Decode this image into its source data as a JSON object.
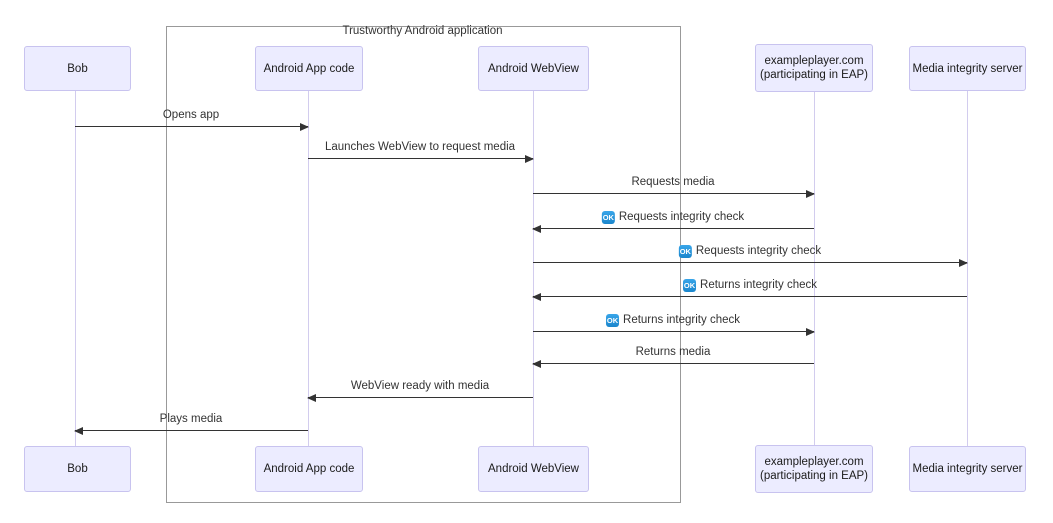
{
  "diagram": {
    "type": "sequence",
    "frame_label": "Trustworthy Android application",
    "badge_text": "OK",
    "actors": [
      {
        "id": "bob",
        "name": "Bob"
      },
      {
        "id": "android-app-code",
        "name": "Android App code"
      },
      {
        "id": "android-webview",
        "name": "Android WebView"
      },
      {
        "id": "exampleplayer",
        "name": "exampleplayer.com\n(participating in EAP)"
      },
      {
        "id": "media-integrity-server",
        "name": "Media integrity server"
      }
    ],
    "messages": [
      {
        "label": "Opens app",
        "from": "Bob",
        "to": "Android App code",
        "badge": false
      },
      {
        "label": "Launches WebView to request media",
        "from": "Android App code",
        "to": "Android WebView",
        "badge": false
      },
      {
        "label": "Requests media",
        "from": "Android WebView",
        "to": "exampleplayer.com (participating in EAP)",
        "badge": false
      },
      {
        "label": "Requests integrity check",
        "from": "exampleplayer.com (participating in EAP)",
        "to": "Android WebView",
        "badge": true
      },
      {
        "label": "Requests integrity check",
        "from": "Android WebView",
        "to": "Media integrity server",
        "badge": true
      },
      {
        "label": "Returns integrity check",
        "from": "Media integrity server",
        "to": "Android WebView",
        "badge": true
      },
      {
        "label": "Returns integrity check",
        "from": "Android WebView",
        "to": "exampleplayer.com (participating in EAP)",
        "badge": true
      },
      {
        "label": "Returns media",
        "from": "exampleplayer.com (participating in EAP)",
        "to": "Android WebView",
        "badge": false
      },
      {
        "label": "WebView ready with media",
        "from": "Android WebView",
        "to": "Android App code",
        "badge": false
      },
      {
        "label": "Plays media",
        "from": "Android App code",
        "to": "Bob",
        "badge": false
      }
    ]
  },
  "colors": {
    "actor_fill": "#ECECFF",
    "actor_border": "#C8C3EF",
    "lifeline": "#D2CCEE",
    "frame_border": "#999999",
    "text": "#333333",
    "badge_blue": "#2196D6",
    "badge_text_color": "#FFFFFF"
  }
}
